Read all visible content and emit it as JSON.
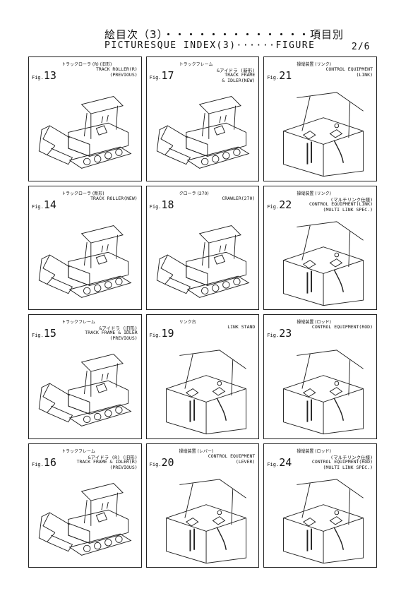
{
  "header": {
    "title_jp": "絵目次（3）・・・・・・・・・・・・・項目別",
    "title_en": "PICTURESQUE INDEX(3)······FIGURE",
    "page_no": "2/6"
  },
  "fig_prefix": "Fig.",
  "figures": [
    {
      "num": "13",
      "jp": "トラックローラ (R) (旧形)",
      "en": [
        "TRACK ROLLER(R)",
        "(PREVIOUS)"
      ]
    },
    {
      "num": "17",
      "jp": "トラックフレーム",
      "en": [
        "&アイドラ (新形)",
        "TRACK FRAME",
        "& IDLER(NEW)"
      ]
    },
    {
      "num": "21",
      "jp": "操縦装置 (リンク)",
      "en": [
        "CONTROL EQUIPMENT",
        "(LINK)"
      ]
    },
    {
      "num": "14",
      "jp": "トラックローラ (新形)",
      "en": [
        "TRACK ROLLER(NEW)"
      ]
    },
    {
      "num": "18",
      "jp": "クローラ (270)",
      "en": [
        "CRAWLER(270)"
      ]
    },
    {
      "num": "22",
      "jp": "操縦装置 (リンク)",
      "en": [
        "(マルチリンク仕様)",
        "CONTROL EQUIPMENT(LINK)",
        "(MULTI LINK SPEC.)"
      ]
    },
    {
      "num": "15",
      "jp": "トラックフレーム",
      "en": [
        "&アイドラ (旧形)",
        "TRACK FRAME & IDLER",
        "(PREVIOUS)"
      ]
    },
    {
      "num": "19",
      "jp": "リンク台",
      "en": [
        "LINK STAND"
      ]
    },
    {
      "num": "23",
      "jp": "操縦装置 (ロッド)",
      "en": [
        "CONTROL EQUIPMENT(ROD)"
      ]
    },
    {
      "num": "16",
      "jp": "トラックフレーム",
      "en": [
        "&アイドラ (R) (旧形)",
        "TRACK FRAME & IDLER(R)",
        "(PREVIOUS)"
      ]
    },
    {
      "num": "20",
      "jp": "操縦装置 (レバー)",
      "en": [
        "CONTROL EQUIPMENT",
        "(LEVER)"
      ]
    },
    {
      "num": "24",
      "jp": "操縦装置 (ロッド)",
      "en": [
        "(マルチリンク仕様)",
        "CONTROL EQUIPMENT(ROD)",
        "(MULTI LINK SPEC.)"
      ]
    }
  ]
}
